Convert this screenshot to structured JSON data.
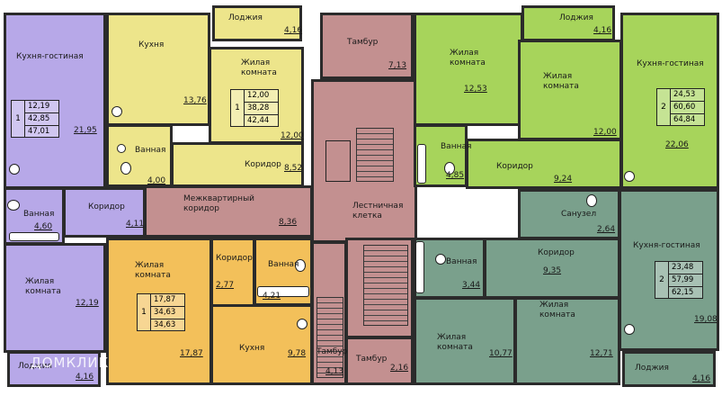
{
  "colors": {
    "purple": "#b7a8e8",
    "yellow": "#ede58b",
    "orange": "#f3c05a",
    "rose": "#c39090",
    "green": "#a7d45b",
    "teal": "#7aa08c",
    "wall": "#2b2b2b"
  },
  "rooms": {
    "kitchen_living_1": {
      "label": "Кухня-гостиная",
      "area": "21,95"
    },
    "kitchen_1": {
      "label": "Кухня",
      "area": "13,76"
    },
    "loggia_top_1": {
      "label": "Лоджия",
      "area": "4,16"
    },
    "living_1": {
      "label": "Жилая\nкомната",
      "area": "12,00"
    },
    "corridor_1": {
      "label": "Коридор",
      "area": "8,52"
    },
    "bath_1": {
      "label": "Ванная",
      "area": "4,00"
    },
    "tambour_top": {
      "label": "Тамбур",
      "area": "7,13"
    },
    "living_2a": {
      "label": "Жилая\nкомната",
      "area": "12,53"
    },
    "loggia_top_2": {
      "label": "Лоджия",
      "area": "4,16"
    },
    "living_2b": {
      "label": "Жилая\nкомната",
      "area": "12,00"
    },
    "kitchen_living_2": {
      "label": "Кухня-гостиная",
      "area": "22,06"
    },
    "bath_2": {
      "label": "Ванная",
      "area": "4,85"
    },
    "corridor_2": {
      "label": "Коридор",
      "area": "9,24"
    },
    "bath_3": {
      "label": "Ванная",
      "area": "4,60"
    },
    "corridor_3": {
      "label": "Коридор",
      "area": "4,11"
    },
    "interflat_corridor": {
      "label": "Межквартирный\nкоридор",
      "area": "8,36"
    },
    "stair_hall": {
      "label": "Лестничная\nклетка",
      "area": ""
    },
    "living_3": {
      "label": "Жилая\nкомната",
      "area": "12,19"
    },
    "loggia_bottom_1": {
      "label": "Лоджия",
      "area": "4,16"
    },
    "living_4": {
      "label": "Жилая\nкомната",
      "area": "17,87"
    },
    "corridor_4": {
      "label": "Коридор",
      "area": "2,77"
    },
    "bath_4": {
      "label": "Ванная",
      "area": "4,21"
    },
    "kitchen_4": {
      "label": "Кухня",
      "area": "9,78"
    },
    "tambour_bottom_1": {
      "label": "Тамбур",
      "area": "4,13"
    },
    "tambour_bottom_2": {
      "label": "Тамбур",
      "area": "2,16"
    },
    "bath_5": {
      "label": "Ванная",
      "area": "3,44"
    },
    "corridor_5": {
      "label": "Коридор",
      "area": "9,35"
    },
    "wc_5": {
      "label": "Санузел",
      "area": "2,64"
    },
    "living_5a": {
      "label": "Жилая\nкомната",
      "area": "10,77"
    },
    "living_5b": {
      "label": "Жилая\nкомната",
      "area": "12,71"
    },
    "kitchen_living_5": {
      "label": "Кухня-гостиная",
      "area": "19,08"
    },
    "loggia_bottom_2": {
      "label": "Лоджия",
      "area": "4,16"
    }
  },
  "apartments": [
    {
      "id": "apt-purple",
      "rooms": "1",
      "values": [
        "12,19",
        "42,85",
        "47,01"
      ]
    },
    {
      "id": "apt-yellow",
      "rooms": "1",
      "values": [
        "12,00",
        "38,28",
        "42,44"
      ]
    },
    {
      "id": "apt-green",
      "rooms": "2",
      "values": [
        "24,53",
        "60,60",
        "64,84"
      ]
    },
    {
      "id": "apt-orange",
      "rooms": "1",
      "values": [
        "17,87",
        "34,63",
        "34,63"
      ]
    },
    {
      "id": "apt-teal",
      "rooms": "2",
      "values": [
        "23,48",
        "57,99",
        "62,15"
      ]
    }
  ],
  "watermark": "ДОМКЛИК"
}
